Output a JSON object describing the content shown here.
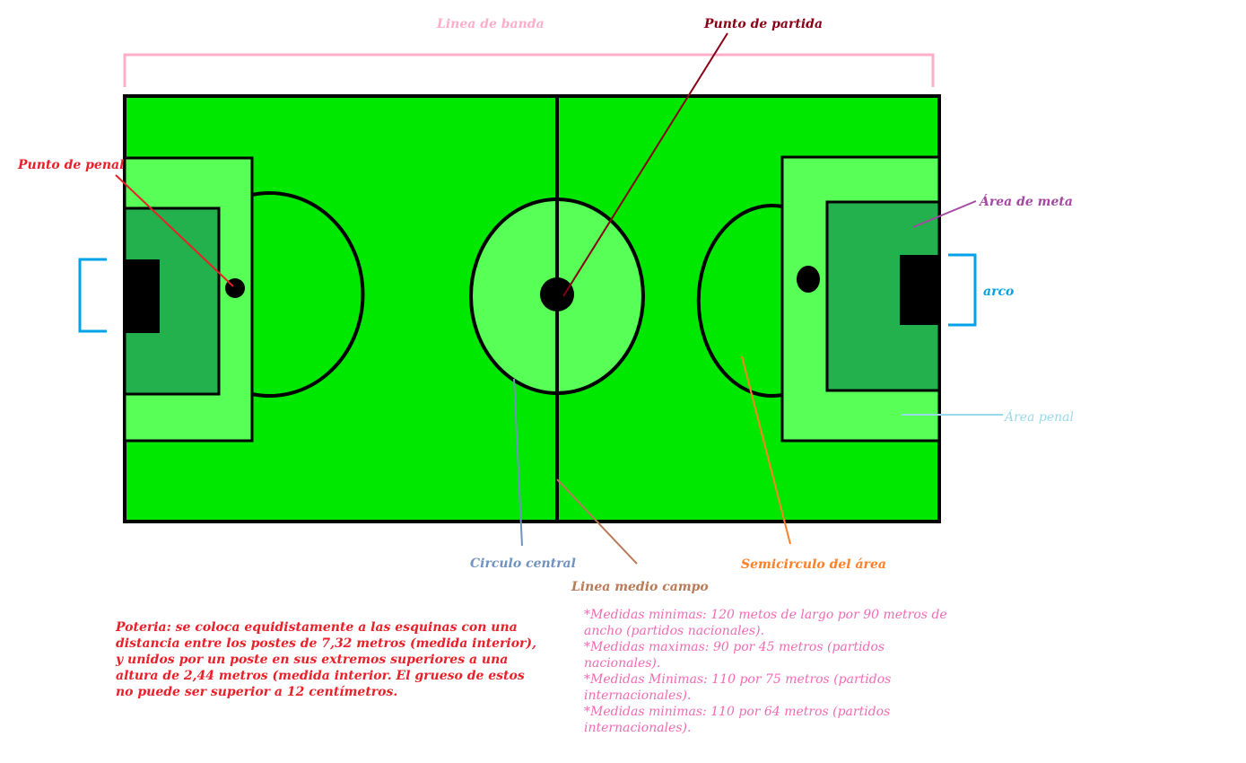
{
  "labels": {
    "linea_banda": "Linea de banda",
    "punto_partida": "Punto de partida",
    "punto_penal": "Punto de penal",
    "area_meta": "Área de meta",
    "arco": "arco",
    "area_penal": "Área penal",
    "circulo_central": "Circulo central",
    "semicirculo_area": "Semicirculo del área",
    "linea_medio_campo": "Linea medio campo"
  },
  "notes": {
    "porteria": "Poteria: se coloca equidistamente a las esquinas con una distancia entre los postes de 7,32 metros (medida interior), y unidos por un poste en sus extremos superiores a una altura de 2,44 metros (medida interior. El grueso de estos no puede ser superior a 12 centímetros.",
    "medidas": [
      "*Medidas minimas: 120 metos de largo por 90 metros de ancho (partidos nacionales).",
      "*Medidas maximas: 90 por 45 metros (partidos nacionales).",
      "*Medidas Minimas: 110 por 75 metros (partidos internacionales).",
      "*Medidas minimas: 110 por 64 metros (partidos internacionales)."
    ]
  },
  "colors": {
    "field": "#00e800",
    "penalty_area": "#57ff57",
    "goal_area": "#22b14c",
    "line": "#000000",
    "linea_banda": "#ffaec9",
    "punto_partida": "#880015",
    "punto_penal": "#e8202a",
    "area_meta": "#a349a4",
    "arco": "#00a2e8",
    "area_penal": "#99d9ea",
    "circulo_central": "#7092be",
    "semicirculo_area": "#ff7f27",
    "linea_medio_campo": "#b97a57"
  }
}
